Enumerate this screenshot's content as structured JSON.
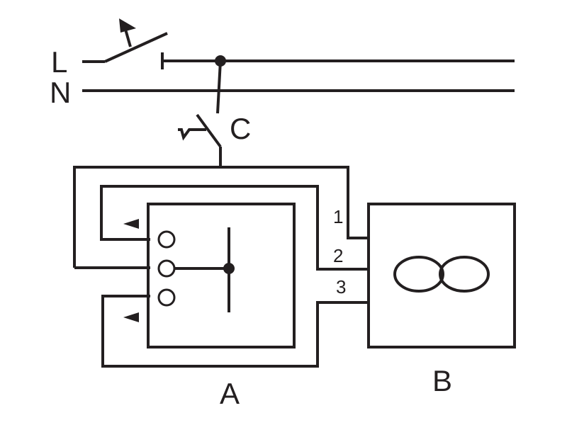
{
  "labels": {
    "line": "L",
    "neutral": "N",
    "switch": "C",
    "device_a": "A",
    "device_b": "B",
    "wire_1": "1",
    "wire_2": "2",
    "wire_3": "3"
  },
  "colors": {
    "ink": "#231f20",
    "background": "#ffffff"
  }
}
